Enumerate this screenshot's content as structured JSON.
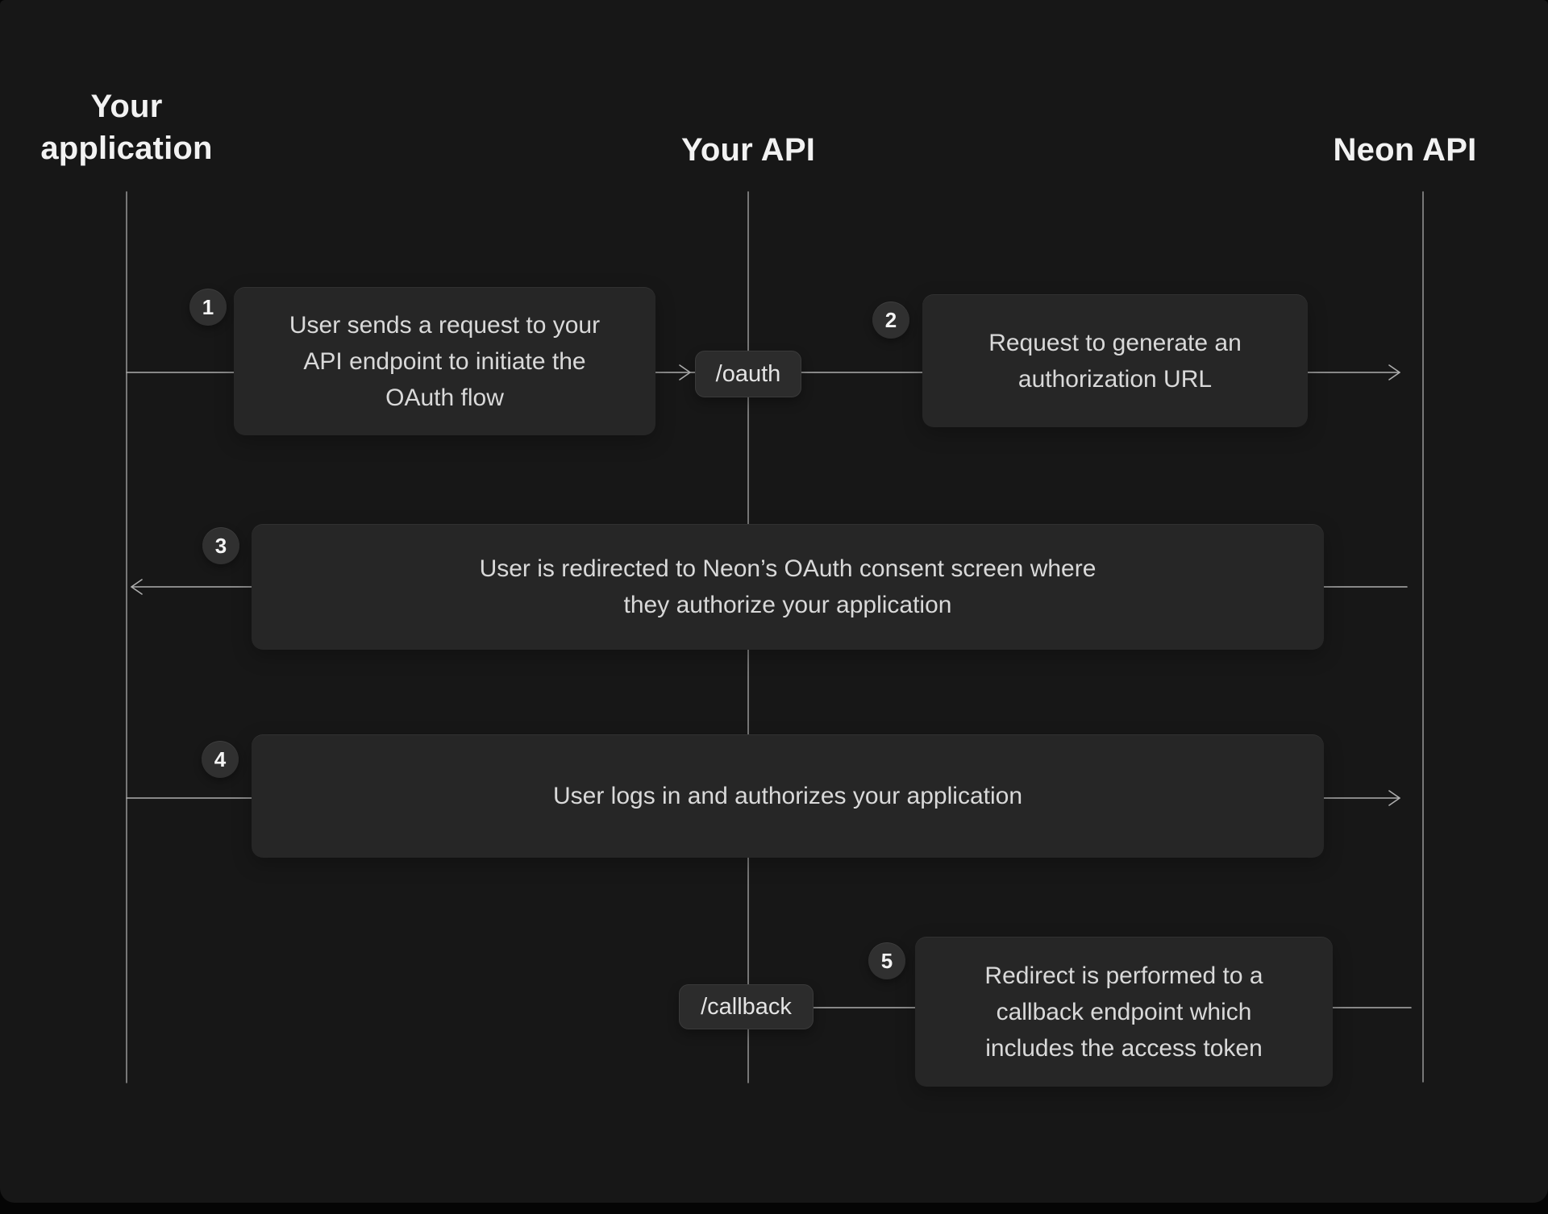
{
  "colors": {
    "outer": "#050505",
    "bg": "#171717",
    "box": "#262626",
    "pill": "#2c2c2c",
    "badge": "#303030",
    "line": "#aeaeae",
    "heading": "#f2f2f2",
    "box-text": "#d9d9d9"
  },
  "diagram": {
    "lanes": [
      {
        "label": "Your application"
      },
      {
        "label": "Your API"
      },
      {
        "label": "Neon API"
      }
    ],
    "steps": [
      {
        "number": "1",
        "lines": [
          "User sends a request to your",
          "API endpoint to initiate the",
          "OAuth flow"
        ]
      },
      {
        "number": "2",
        "lines": [
          "Request to generate an",
          "authorization URL"
        ]
      },
      {
        "number": "3",
        "lines": [
          "User is redirected to Neon’s OAuth consent screen where",
          "they authorize your application"
        ]
      },
      {
        "number": "4",
        "lines": [
          "User logs in and authorizes your application"
        ]
      },
      {
        "number": "5",
        "lines": [
          "Redirect is performed to a",
          "callback endpoint which",
          "includes the access token"
        ]
      }
    ],
    "endpoints": [
      {
        "label": "/oauth"
      },
      {
        "label": "/callback"
      }
    ]
  }
}
